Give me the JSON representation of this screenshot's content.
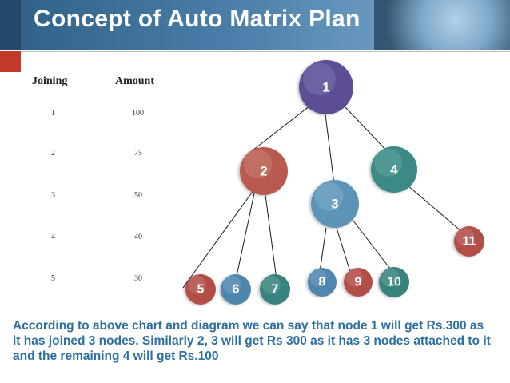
{
  "slide": {
    "title": "Concept of Auto Matrix Plan",
    "caption": "According to above chart and diagram we can say that node 1 will get Rs.300 as it has joined 3 nodes. Similarly 2, 3 will get Rs 300 as it has 3 nodes attached to it and the remaining 4 will get Rs.100"
  },
  "table": {
    "headers": {
      "joining": "Joining",
      "amount": "Amount"
    },
    "rows": [
      {
        "joining": "1",
        "amount": "100"
      },
      {
        "joining": "2",
        "amount": "75"
      },
      {
        "joining": "3",
        "amount": "50"
      },
      {
        "joining": "4",
        "amount": "40"
      },
      {
        "joining": "5",
        "amount": "30"
      }
    ]
  },
  "tree": {
    "nodes": [
      {
        "id": "1",
        "label": "1",
        "color": "#5c4e96"
      },
      {
        "id": "2",
        "label": "2",
        "color": "#b95a50"
      },
      {
        "id": "3",
        "label": "3",
        "color": "#5b94b8"
      },
      {
        "id": "4",
        "label": "4",
        "color": "#3a8a86"
      },
      {
        "id": "5",
        "label": "5",
        "color": "#b24e46"
      },
      {
        "id": "6",
        "label": "6",
        "color": "#4f86ad"
      },
      {
        "id": "7",
        "label": "7",
        "color": "#38837e"
      },
      {
        "id": "8",
        "label": "8",
        "color": "#4f86ad"
      },
      {
        "id": "9",
        "label": "9",
        "color": "#b24e46"
      },
      {
        "id": "10",
        "label": "10",
        "color": "#38837e"
      },
      {
        "id": "11",
        "label": "11",
        "color": "#b24e46"
      }
    ],
    "edges": [
      [
        "1",
        "2"
      ],
      [
        "1",
        "3"
      ],
      [
        "1",
        "4"
      ],
      [
        "2",
        "5"
      ],
      [
        "2",
        "6"
      ],
      [
        "2",
        "7"
      ],
      [
        "3",
        "8"
      ],
      [
        "3",
        "9"
      ],
      [
        "3",
        "10"
      ],
      [
        "4",
        "11"
      ]
    ]
  }
}
